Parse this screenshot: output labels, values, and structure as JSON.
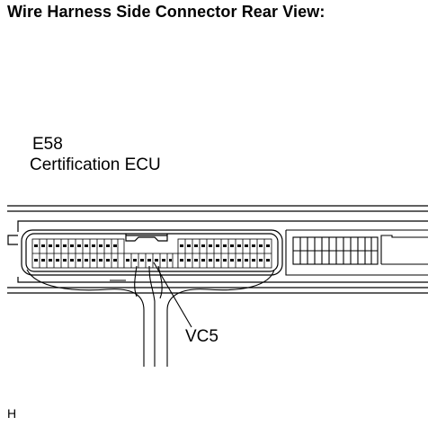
{
  "title": "Wire Harness Side Connector Rear View:",
  "connector": {
    "code": "E58",
    "name": "Certification ECU"
  },
  "pin_label": "VC5",
  "footer_code": "H"
}
